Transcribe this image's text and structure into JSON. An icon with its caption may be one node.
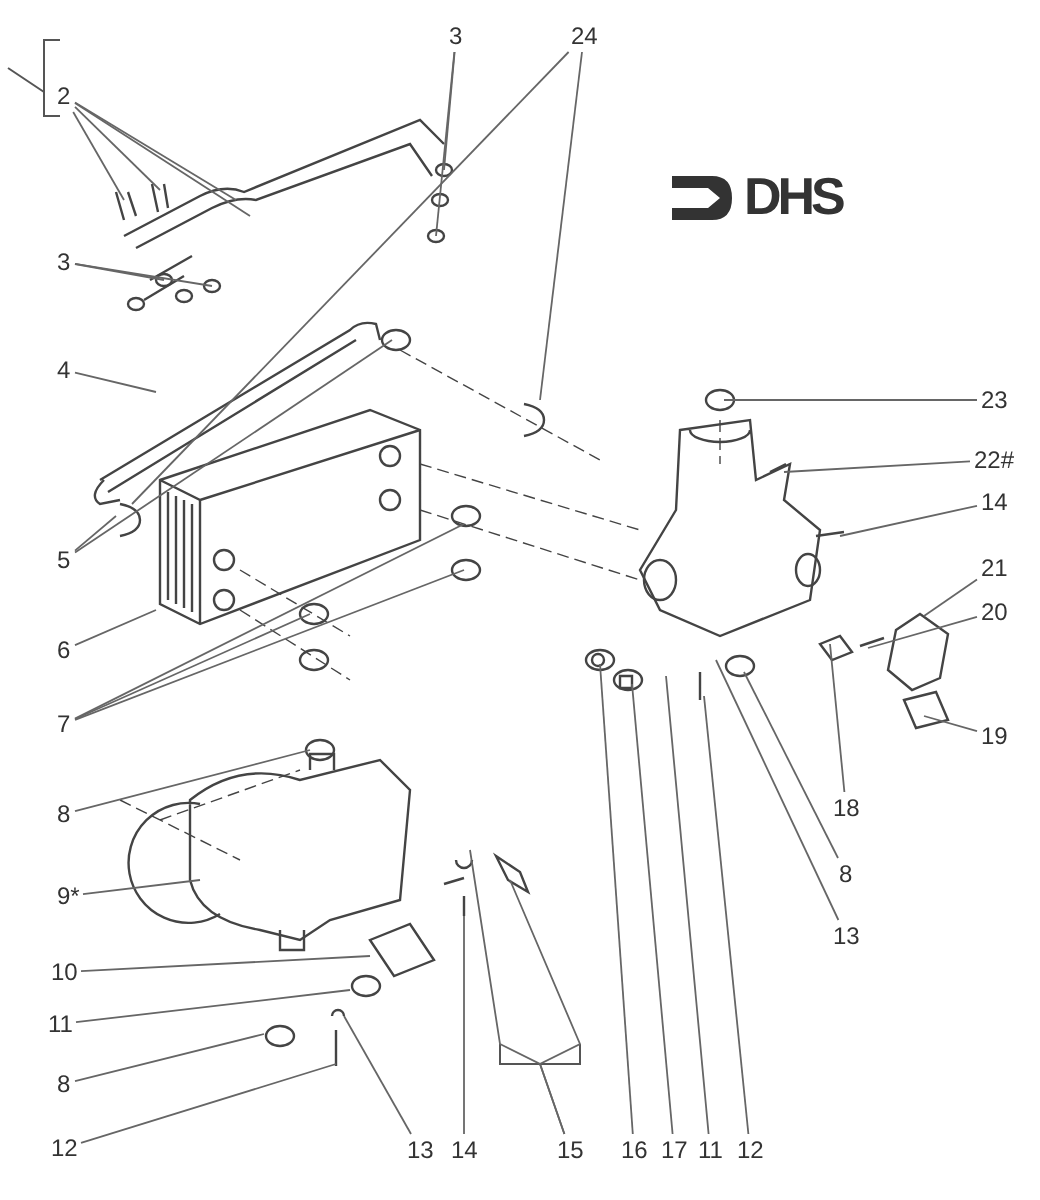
{
  "diagram": {
    "nodes": [
      {
        "text": [
          "2"
        ]
      },
      {
        "text": [
          "3"
        ]
      },
      {
        "text": [
          "24"
        ]
      },
      {
        "text": [
          "3"
        ]
      },
      {
        "text": [
          "4"
        ]
      },
      {
        "text": [
          "23"
        ]
      },
      {
        "text": [
          "22#"
        ]
      },
      {
        "text": [
          "14"
        ]
      },
      {
        "text": [
          "5"
        ]
      },
      {
        "text": [
          "21"
        ]
      },
      {
        "text": [
          "20"
        ]
      },
      {
        "text": [
          "6"
        ]
      },
      {
        "text": [
          "7"
        ]
      },
      {
        "text": [
          "19"
        ]
      },
      {
        "text": [
          "18"
        ]
      },
      {
        "text": [
          "8"
        ]
      },
      {
        "text": [
          "8"
        ]
      },
      {
        "text": [
          "9*"
        ]
      },
      {
        "text": [
          "13"
        ]
      },
      {
        "text": [
          "10"
        ]
      },
      {
        "text": [
          "11"
        ]
      },
      {
        "text": [
          "8"
        ]
      },
      {
        "text": [
          "12"
        ]
      },
      {
        "text": [
          "13"
        ]
      },
      {
        "text": [
          "14"
        ]
      },
      {
        "text": [
          "15"
        ]
      },
      {
        "text": [
          "16"
        ]
      },
      {
        "text": [
          "17"
        ]
      },
      {
        "text": [
          "11"
        ]
      },
      {
        "text": [
          "12"
        ]
      }
    ],
    "edges": [
      {
        "from": 0,
        "to": null,
        "arrow": "none"
      },
      {
        "from": 0,
        "to": null,
        "arrow": "none"
      },
      {
        "from": 0,
        "to": null,
        "arrow": "none"
      },
      {
        "from": 0,
        "to": null,
        "arrow": "none"
      },
      {
        "from": 1,
        "to": null,
        "arrow": "none"
      },
      {
        "from": 1,
        "to": null,
        "arrow": "none"
      },
      {
        "from": 2,
        "to": null,
        "arrow": "none"
      },
      {
        "from": 2,
        "to": null,
        "arrow": "none"
      },
      {
        "from": 3,
        "to": null,
        "arrow": "none"
      },
      {
        "from": 3,
        "to": null,
        "arrow": "none"
      },
      {
        "from": 4,
        "to": null,
        "arrow": "none"
      },
      {
        "from": 5,
        "to": null,
        "arrow": "none"
      },
      {
        "from": 6,
        "to": null,
        "arrow": "none"
      },
      {
        "from": 7,
        "to": null,
        "arrow": "none"
      },
      {
        "from": 8,
        "to": null,
        "arrow": "none"
      },
      {
        "from": 8,
        "to": null,
        "arrow": "none"
      },
      {
        "from": 9,
        "to": null,
        "arrow": "none"
      },
      {
        "from": 10,
        "to": null,
        "arrow": "none"
      },
      {
        "from": 11,
        "to": null,
        "arrow": "none"
      },
      {
        "from": 12,
        "to": null,
        "arrow": "none"
      },
      {
        "from": 12,
        "to": null,
        "arrow": "none"
      },
      {
        "from": 12,
        "to": null,
        "arrow": "none"
      },
      {
        "from": 13,
        "to": null,
        "arrow": "none"
      },
      {
        "from": 14,
        "to": null,
        "arrow": "none"
      },
      {
        "from": 15,
        "to": null,
        "arrow": "none"
      },
      {
        "from": 16,
        "to": null,
        "arrow": "none"
      },
      {
        "from": 17,
        "to": null,
        "arrow": "none"
      },
      {
        "from": 18,
        "to": null,
        "arrow": "none"
      },
      {
        "from": 19,
        "to": null,
        "arrow": "none"
      },
      {
        "from": 20,
        "to": null,
        "arrow": "none"
      },
      {
        "from": 21,
        "to": null,
        "arrow": "none"
      },
      {
        "from": 22,
        "to": null,
        "arrow": "none"
      },
      {
        "from": 23,
        "to": null,
        "arrow": "none"
      },
      {
        "from": 24,
        "to": null,
        "arrow": "none"
      },
      {
        "from": 25,
        "to": null,
        "arrow": "none"
      },
      {
        "from": 25,
        "to": null,
        "arrow": "none"
      },
      {
        "from": 26,
        "to": null,
        "arrow": "none"
      },
      {
        "from": 27,
        "to": null,
        "arrow": "none"
      },
      {
        "from": 28,
        "to": null,
        "arrow": "none"
      },
      {
        "from": 29,
        "to": null,
        "arrow": "none"
      }
    ],
    "labels": [
      "DHS"
    ]
  }
}
